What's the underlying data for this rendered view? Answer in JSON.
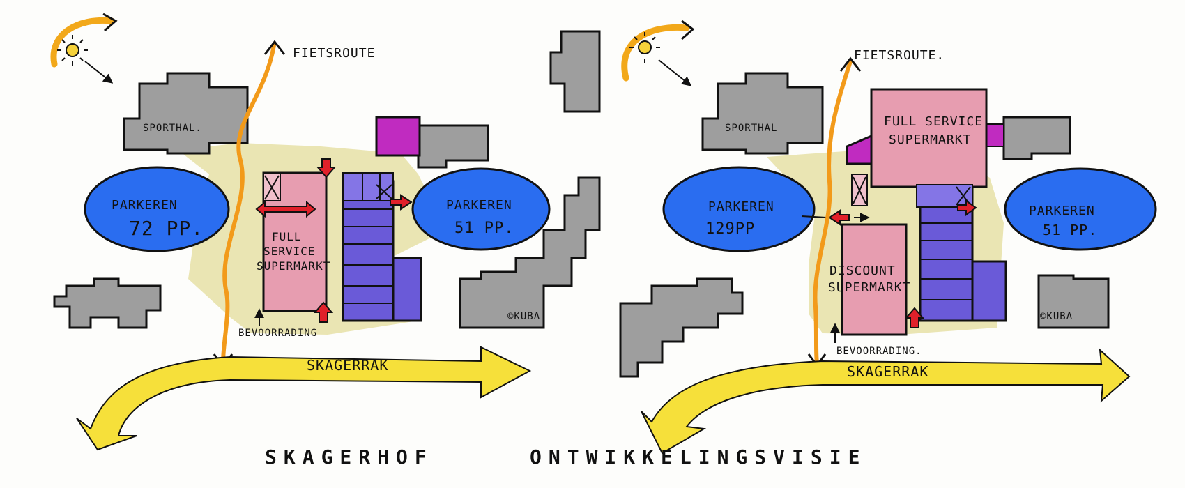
{
  "title": {
    "left": "SKAGERHOF",
    "right": "ONTWIKKELINGSVISIE"
  },
  "colors": {
    "paper": "#fdfdfb",
    "building": "#9e9e9e",
    "parking": "#2a6df0",
    "supermarket": "#e79db0",
    "housing": "#6a5ad8",
    "magenta": "#c02bc0",
    "plaza": "#e6e0a6",
    "road": "#f6e03a",
    "route": "#f29a1a",
    "delivery": "#e0202a"
  },
  "left_plan": {
    "labels": {
      "sporthal": "SPORTHAL.",
      "fietsroute": "FIETSROUTE",
      "parking_west_name": "PARKEREN",
      "parking_west_count": "72 PP.",
      "parking_east_name": "PARKEREN",
      "parking_east_count": "51 PP.",
      "supermarket_line1": "FULL",
      "supermarket_line2": "SERVICE",
      "supermarket_line3": "SUPERMARKT",
      "bevoorrading": "BEVOORRADING",
      "road": "SKAGERRAK",
      "credit": "©KUBA"
    }
  },
  "right_plan": {
    "labels": {
      "sporthal": "SPORTHAL",
      "fietsroute": "FIETSROUTE.",
      "full_service_line1": "FULL SERVICE",
      "full_service_line2": "SUPERMARKT",
      "parking_west_name": "PARKEREN",
      "parking_west_count": "129PP",
      "parking_east_name": "PARKEREN",
      "parking_east_count": "51 PP.",
      "discount_line1": "DISCOUNT",
      "discount_line2": "SUPERMARKT",
      "bevoorrading": "BEVOORRADING.",
      "road": "SKAGERRAK",
      "credit": "©KUBA"
    }
  }
}
